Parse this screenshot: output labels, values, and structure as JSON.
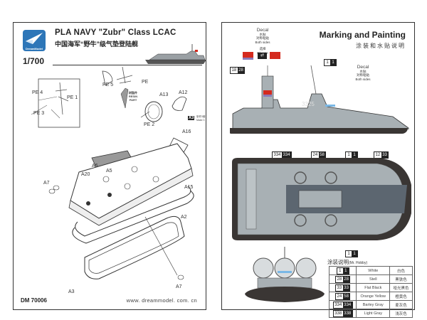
{
  "left_page": {
    "logo_text": "DreamModel",
    "title": "PLA NAVY \"Zubr\" Class LCAC",
    "subtitle_cn": "中国海军“野牛”级气垫登陆舰",
    "scale": "1/700",
    "product_code": "DM 70006",
    "website": "www. dreammodel. com. cn",
    "resin_part_label": "树脂件 RESIN PART",
    "make_count": "X3",
    "make_note": "制作3套 Make 3",
    "part_labels": {
      "pe4": "PE 4",
      "pe1": "PE 1",
      "pe3": "PE 3",
      "pe5": "PE 5",
      "pe": "PE",
      "pe2": "PE 2",
      "a13": "A13",
      "a12": "A12",
      "a16": "A16",
      "a6": "A6",
      "a5": "A5",
      "a20": "A20",
      "a7_top": "A7",
      "a15": "A15",
      "a2": "A2",
      "a7_bottom": "A7",
      "a3": "A3"
    }
  },
  "right_page": {
    "title": "Marking and Painting",
    "subtitle_cn": "涂装和水贴说明",
    "decal_top": {
      "label": "Decal",
      "cn": "水贴",
      "cn2": "对称粘贴",
      "sides": "Both sides"
    },
    "choose": {
      "cn": "选择",
      "label": "Choose"
    },
    "decal_mid": {
      "label": "Decal",
      "cn": "水贴",
      "cn2": "对称粘贴",
      "sides": "Both sides"
    },
    "hull_number": "3325",
    "callouts": {
      "mast": [
        "1",
        "1"
      ],
      "fin": [
        "18",
        "28"
      ],
      "row": [
        [
          "334",
          "334"
        ],
        [
          "24",
          "58"
        ],
        [
          "1",
          "1"
        ],
        [
          "12",
          "33"
        ]
      ],
      "bottom": [
        "1",
        "1"
      ]
    },
    "legend": {
      "title": "涂装说明",
      "brand": "(Mr. Hobby)",
      "rows": [
        {
          "codes": [
            "1",
            "1"
          ],
          "name": "White",
          "cn": "白色"
        },
        {
          "codes": [
            "28",
            "28"
          ],
          "name": "Stell",
          "cn": "黑铁色"
        },
        {
          "codes": [
            "33",
            "33"
          ],
          "name": "Flat Black",
          "cn": "哑光黑色"
        },
        {
          "codes": [
            "24",
            "58"
          ],
          "name": "Orange Yellow",
          "cn": "橙黄色"
        },
        {
          "codes": [
            "334",
            "334"
          ],
          "name": "Barley Gray",
          "cn": "麦灰色"
        },
        {
          "codes": [
            "338",
            "338"
          ],
          "name": "Light Gray",
          "cn": "浅灰色"
        }
      ]
    },
    "colors": {
      "hull": "#a8b0b4",
      "deck_dark": "#5c6670",
      "skirt": "#3a3634",
      "flag_red": "#d42a1e",
      "logo_blue": "#2d76b8"
    }
  }
}
